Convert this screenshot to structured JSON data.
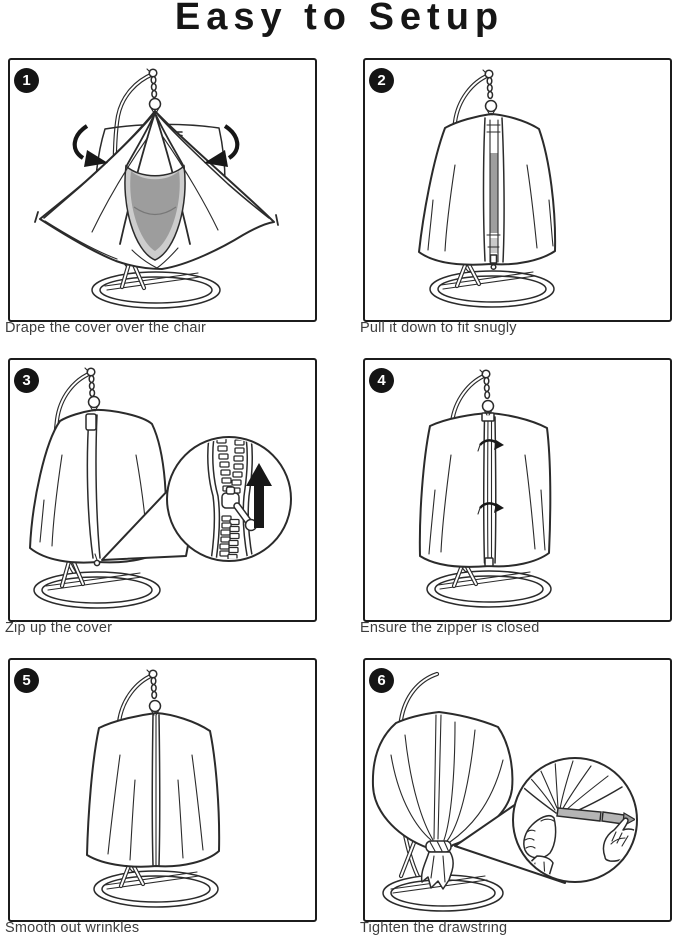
{
  "title": "Easy to Setup",
  "steps": [
    {
      "number": "1",
      "caption": "Drape the cover over the chair"
    },
    {
      "number": "2",
      "caption": "Pull it down to fit snugly"
    },
    {
      "number": "3",
      "caption": "Zip up the cover"
    },
    {
      "number": "4",
      "caption": "Ensure the zipper is closed"
    },
    {
      "number": "5",
      "caption": "Smooth out wrinkles"
    },
    {
      "number": "6",
      "caption": "Tighten the drawstring"
    }
  ],
  "colors": {
    "background": "#ffffff",
    "line": "#2b2b2b",
    "badge_background": "#151515",
    "badge_text": "#ffffff",
    "caption_text": "#3e3e3e",
    "seat_dark_gray": "#9d9d9d",
    "seat_light_gray": "#cdcdcd",
    "toggle_gray": "#b5b5b5"
  }
}
